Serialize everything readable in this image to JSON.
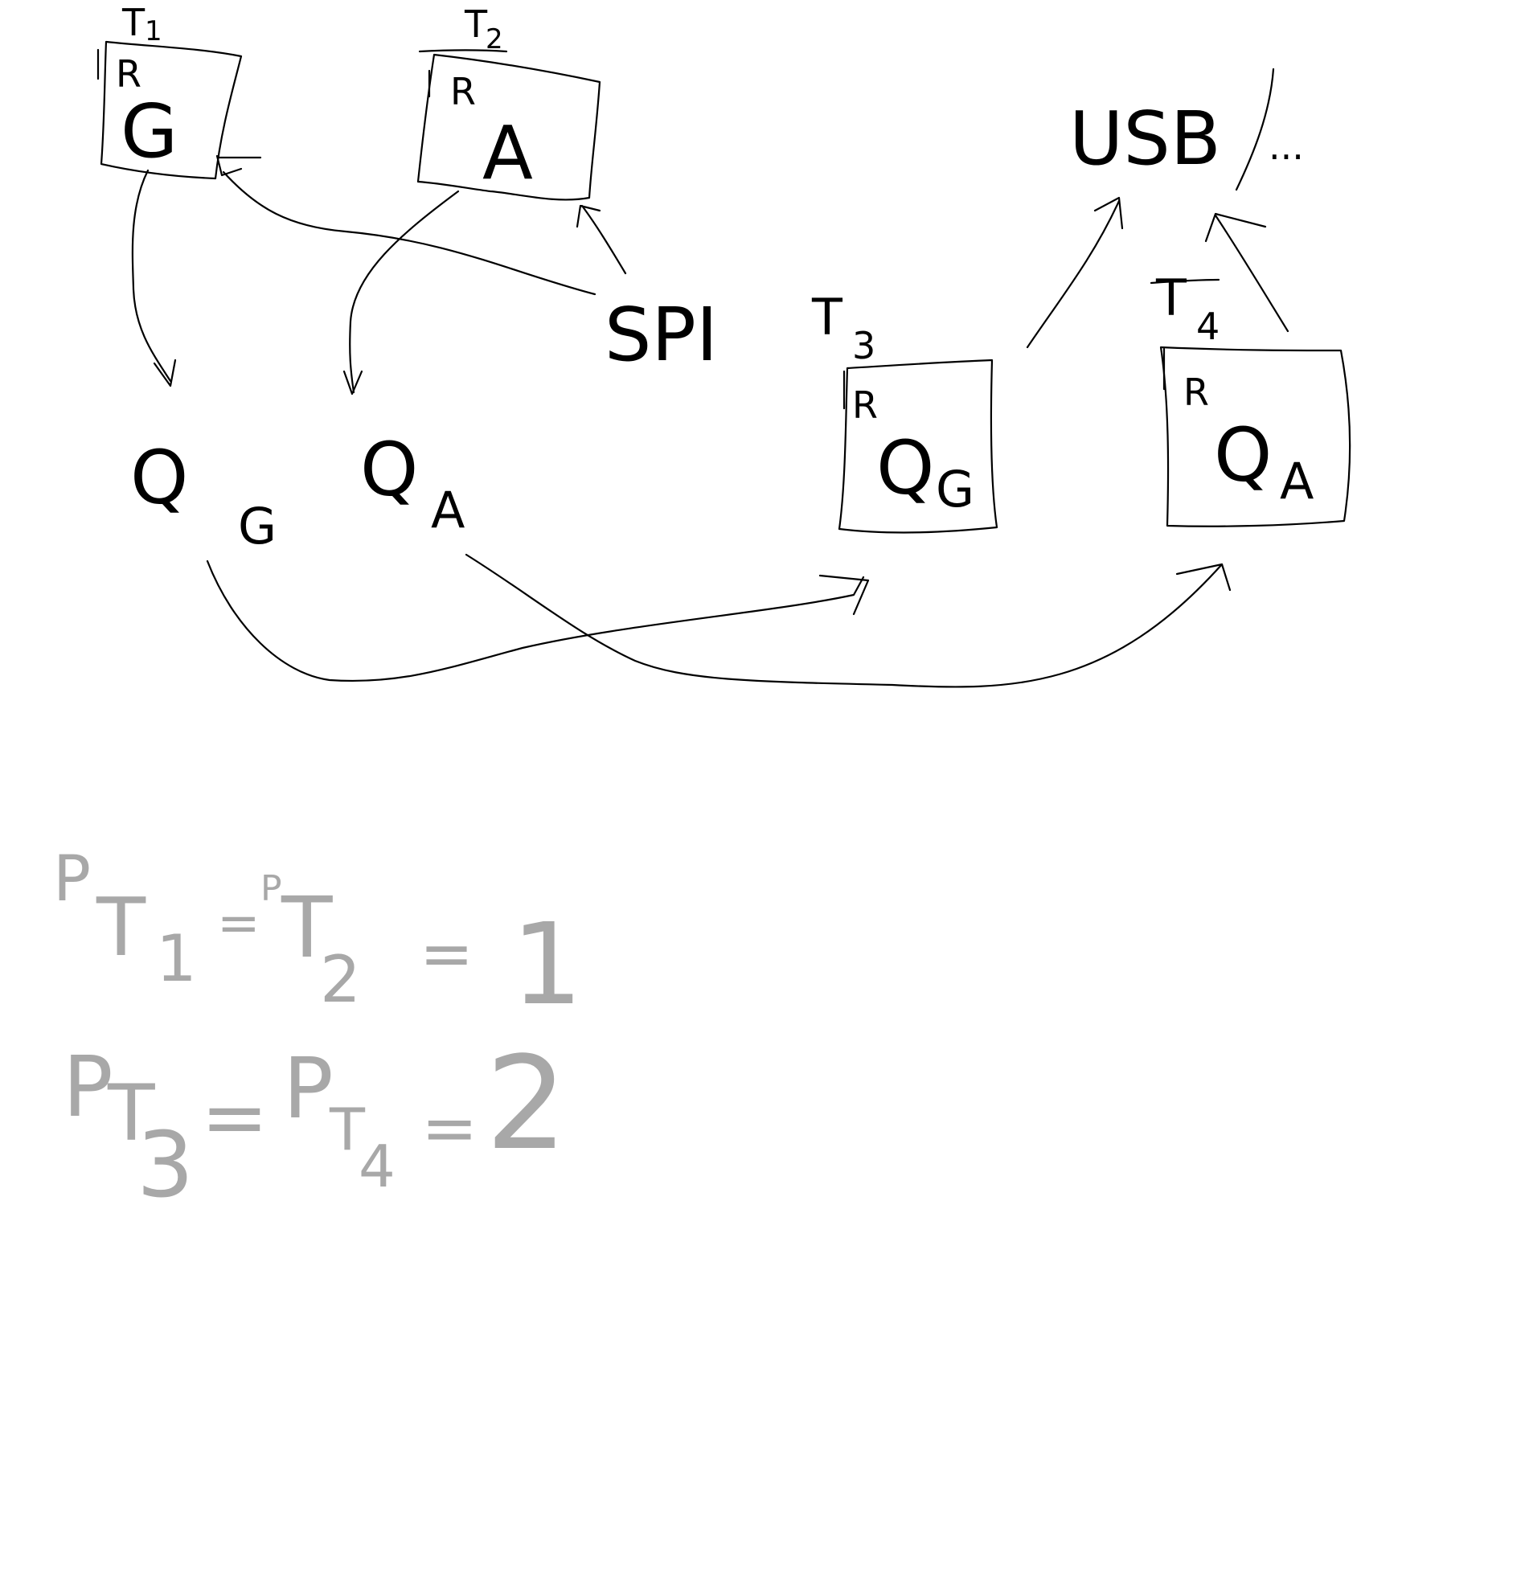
{
  "colors": {
    "ink": "#000000",
    "pale_ink": "#a8a8a8",
    "background": "#ffffff"
  },
  "tasks": {
    "t1": {
      "label": "T",
      "sub": "1",
      "corner": "R",
      "content": "G"
    },
    "t2": {
      "label": "T",
      "sub": "2",
      "corner": "R",
      "content": "A"
    },
    "t3": {
      "label": "T",
      "sub": "3",
      "corner": "R",
      "content": "Q",
      "content_sub": "G"
    },
    "t4": {
      "label": "T",
      "sub": "4",
      "corner": "R",
      "content": "Q",
      "content_sub": "A"
    }
  },
  "queues": {
    "qg": {
      "letter": "Q",
      "sub": "G"
    },
    "qa": {
      "letter": "Q",
      "sub": "A"
    }
  },
  "spi": {
    "label": "SPI"
  },
  "usb": {
    "label": "USB",
    "slash": "/",
    "dots": "..."
  },
  "equations": {
    "eq1": {
      "p1": "P",
      "t1": "T",
      "s1": "1",
      "op1": "=",
      "p2": "P",
      "t2": "T",
      "s2": "2",
      "op2": "=",
      "value": "1"
    },
    "eq2": {
      "p1": "P",
      "t1": "T",
      "s1": "3",
      "op1": "=",
      "p2": "P",
      "t2": "T",
      "s2": "4",
      "op2": "=",
      "value": "2"
    }
  }
}
